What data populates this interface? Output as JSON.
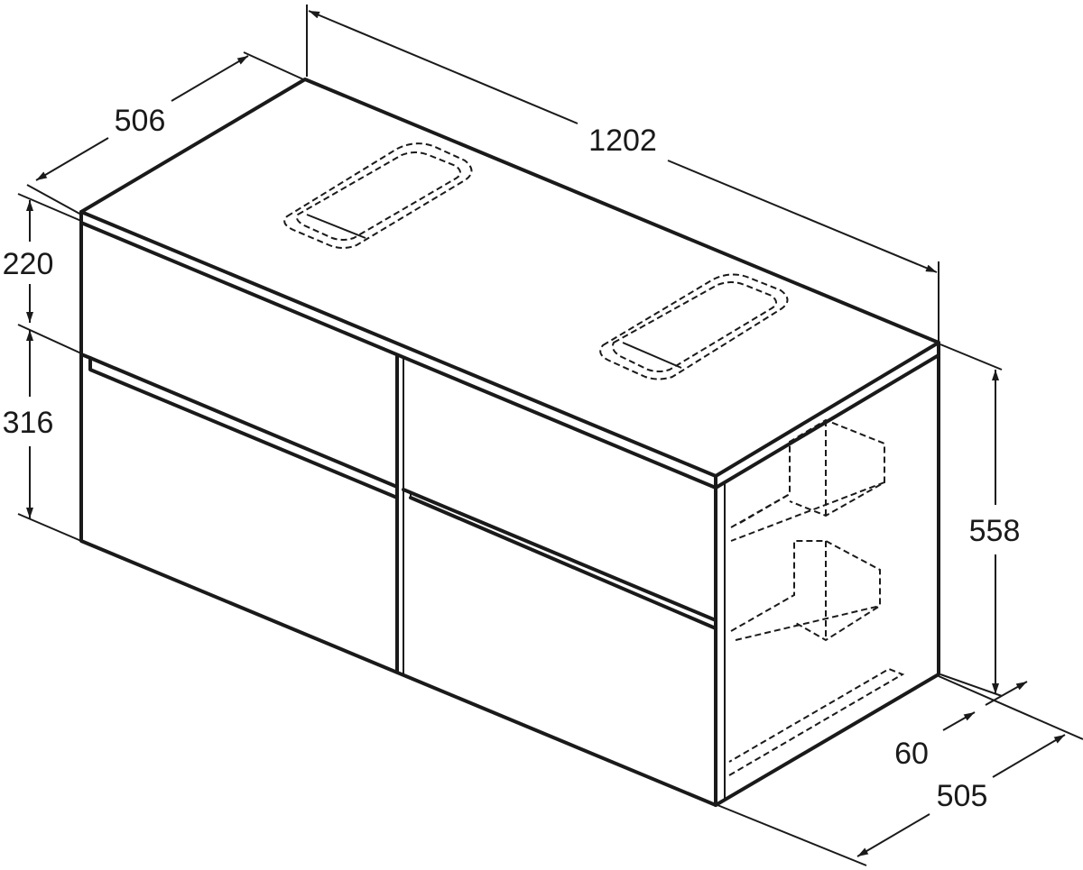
{
  "dimensions": {
    "width": "1202",
    "depth_top": "506",
    "top_drawer_height": "220",
    "bottom_drawer_height": "316",
    "total_height": "558",
    "plinth_offset": "60",
    "depth_bottom": "505"
  }
}
